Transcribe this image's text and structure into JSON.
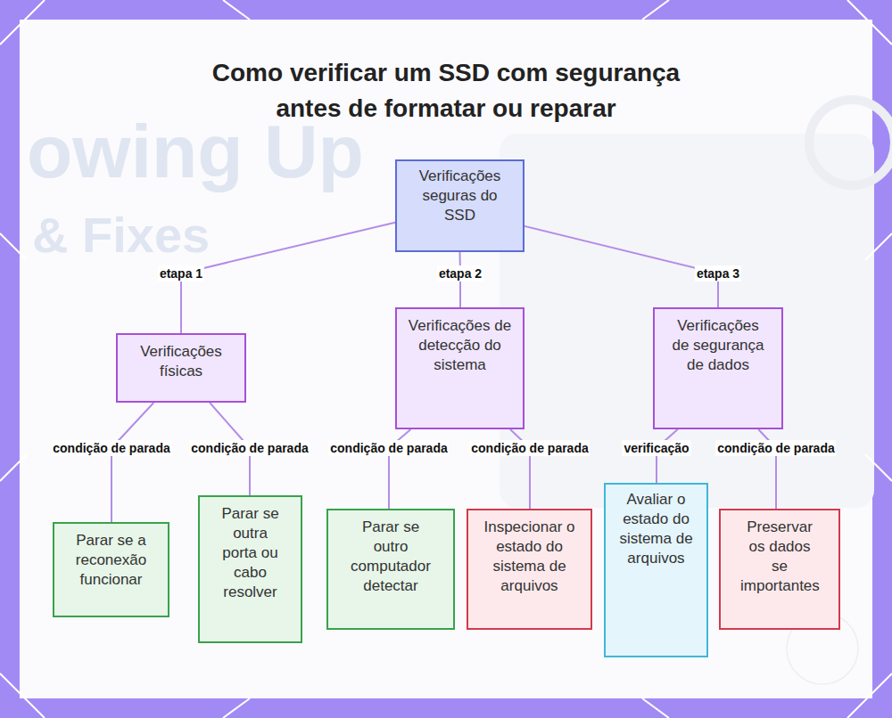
{
  "diagram": {
    "title": "Como verificar um SSD com segurança antes de formatar ou reparar",
    "nodes": [
      {
        "text": [
          "Verificações seguras do SSD"
        ]
      },
      {
        "text": [
          "Verificações físicas"
        ]
      },
      {
        "text": [
          "Verificações de detecção do sistema"
        ]
      },
      {
        "text": [
          "Verificações de segurança de dados"
        ]
      },
      {
        "text": [
          "Parar se a reconexão funcionar"
        ]
      },
      {
        "text": [
          "Parar se outra porta ou cabo resolver"
        ]
      },
      {
        "text": [
          "Parar se outro computador detectar"
        ]
      },
      {
        "text": [
          "Inspecionar o estado do sistema de arquivos"
        ]
      },
      {
        "text": [
          "Avaliar o estado do sistema de arquivos"
        ]
      },
      {
        "text": [
          "Preservar os dados se importantes"
        ]
      }
    ],
    "edges": [
      {
        "from": 0,
        "to": 1,
        "label": "etapa 1",
        "arrow": "none"
      },
      {
        "from": 0,
        "to": 2,
        "label": "etapa 2",
        "arrow": "none"
      },
      {
        "from": 0,
        "to": 3,
        "label": "etapa 3",
        "arrow": "none"
      },
      {
        "from": 1,
        "to": 4,
        "label": "condição de parada",
        "arrow": "none"
      },
      {
        "from": 1,
        "to": 5,
        "label": "condição de parada",
        "arrow": "none"
      },
      {
        "from": 2,
        "to": 6,
        "label": "condição de parada",
        "arrow": "none"
      },
      {
        "from": 2,
        "to": 7,
        "label": "condição de parada",
        "arrow": "none"
      },
      {
        "from": 3,
        "to": 8,
        "label": "verificação",
        "arrow": "none"
      },
      {
        "from": 3,
        "to": 9,
        "label": "condição de parada",
        "arrow": "none"
      }
    ],
    "labels": [
      "owing Up",
      "& Fixes"
    ]
  }
}
